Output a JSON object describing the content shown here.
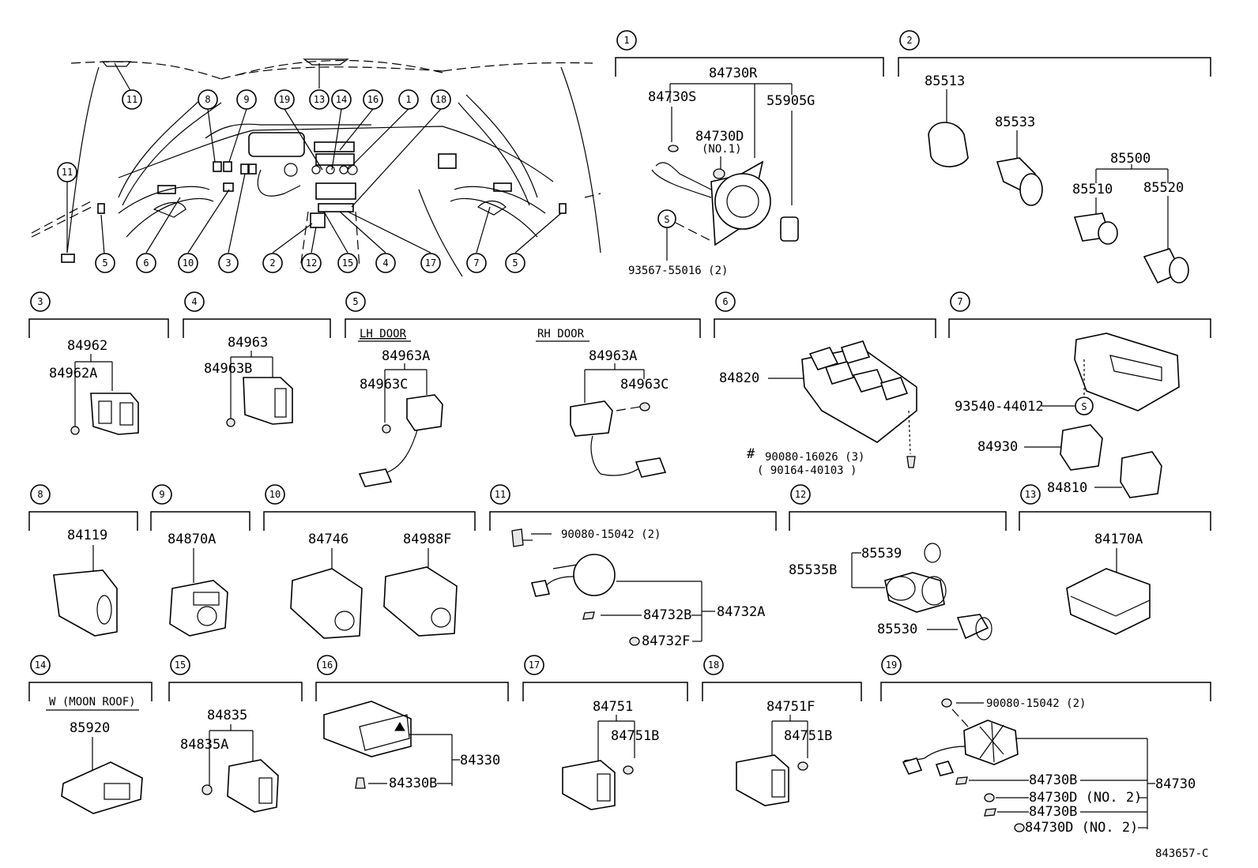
{
  "diagram_code": "843657-C",
  "overview": {
    "callouts": [
      "11",
      "11",
      "5",
      "6",
      "8",
      "9",
      "10",
      "3",
      "19",
      "13",
      "14",
      "16",
      "1",
      "18",
      "2",
      "12",
      "15",
      "4",
      "17",
      "7",
      "5"
    ]
  },
  "sections": {
    "s1": {
      "num": "1",
      "labels": {
        "a": "84730R",
        "b": "84730S",
        "c": "84730D",
        "c_note": "(NO.1)",
        "d": "55905G",
        "screw": "S",
        "e": "93567-55016 (2)"
      }
    },
    "s2": {
      "num": "2",
      "labels": {
        "a": "85513",
        "b": "85533",
        "c": "85500",
        "d": "85510",
        "e": "85520"
      }
    },
    "s3": {
      "num": "3",
      "labels": {
        "a": "84962",
        "b": "84962A"
      }
    },
    "s4": {
      "num": "4",
      "labels": {
        "a": "84963",
        "b": "84963B"
      }
    },
    "s5": {
      "num": "5",
      "labels": {
        "lh": "LH DOOR",
        "rh": "RH DOOR",
        "a": "84963A",
        "b": "84963C",
        "c": "84963A",
        "d": "84963C"
      }
    },
    "s6": {
      "num": "6",
      "labels": {
        "a": "84820",
        "hash": "#",
        "b": "90080-16026 (3)",
        "c": "( 90164-40103 )"
      }
    },
    "s7": {
      "num": "7",
      "labels": {
        "a": "93540-44012",
        "screw": "S",
        "b": "84930",
        "c": "84810"
      }
    },
    "s8": {
      "num": "8",
      "labels": {
        "a": "84119"
      }
    },
    "s9": {
      "num": "9",
      "labels": {
        "a": "84870A"
      }
    },
    "s10": {
      "num": "10",
      "labels": {
        "a": "84746",
        "b": "84988F"
      }
    },
    "s11": {
      "num": "11",
      "labels": {
        "a": "90080-15042 (2)",
        "b": "84732B",
        "c": "84732A",
        "d": "84732F"
      }
    },
    "s12": {
      "num": "12",
      "labels": {
        "a": "85539",
        "b": "85535B",
        "c": "85530"
      }
    },
    "s13": {
      "num": "13",
      "labels": {
        "a": "84170A"
      }
    },
    "s14": {
      "num": "14",
      "labels": {
        "note": "W (MOON ROOF)",
        "a": "85920"
      }
    },
    "s15": {
      "num": "15",
      "labels": {
        "a": "84835",
        "b": "84835A"
      }
    },
    "s16": {
      "num": "16",
      "labels": {
        "a": "84330",
        "b": "84330B"
      }
    },
    "s17": {
      "num": "17",
      "labels": {
        "a": "84751",
        "b": "84751B"
      }
    },
    "s18": {
      "num": "18",
      "labels": {
        "a": "84751F",
        "b": "84751B"
      }
    },
    "s19": {
      "num": "19",
      "labels": {
        "a": "90080-15042 (2)",
        "b": "84730B",
        "c": "84730D (NO. 2)",
        "d": "84730B",
        "e": "84730D (NO. 2)",
        "f": "84730"
      }
    }
  }
}
